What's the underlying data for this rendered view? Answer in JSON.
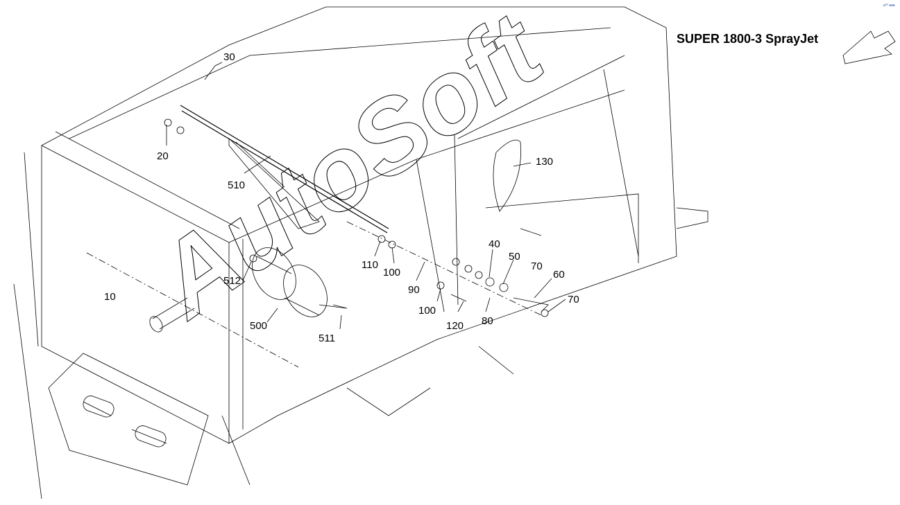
{
  "title": "SUPER 1800-3 SprayJet",
  "corner_mark": "a⁰⁰ aaa",
  "watermark": "AutoSoft",
  "direction_indicator": "arrow-icon",
  "callouts": [
    {
      "id": "c10",
      "text": "10"
    },
    {
      "id": "c20",
      "text": "20"
    },
    {
      "id": "c30",
      "text": "30"
    },
    {
      "id": "c40",
      "text": "40"
    },
    {
      "id": "c50",
      "text": "50"
    },
    {
      "id": "c60",
      "text": "60"
    },
    {
      "id": "c70a",
      "text": "70"
    },
    {
      "id": "c70b",
      "text": "70"
    },
    {
      "id": "c80",
      "text": "80"
    },
    {
      "id": "c90",
      "text": "90"
    },
    {
      "id": "c100a",
      "text": "100"
    },
    {
      "id": "c100b",
      "text": "100"
    },
    {
      "id": "c110",
      "text": "110"
    },
    {
      "id": "c120",
      "text": "120"
    },
    {
      "id": "c130",
      "text": "130"
    },
    {
      "id": "c500",
      "text": "500"
    },
    {
      "id": "c510",
      "text": "510"
    },
    {
      "id": "c511",
      "text": "511"
    },
    {
      "id": "c512",
      "text": "512"
    }
  ]
}
